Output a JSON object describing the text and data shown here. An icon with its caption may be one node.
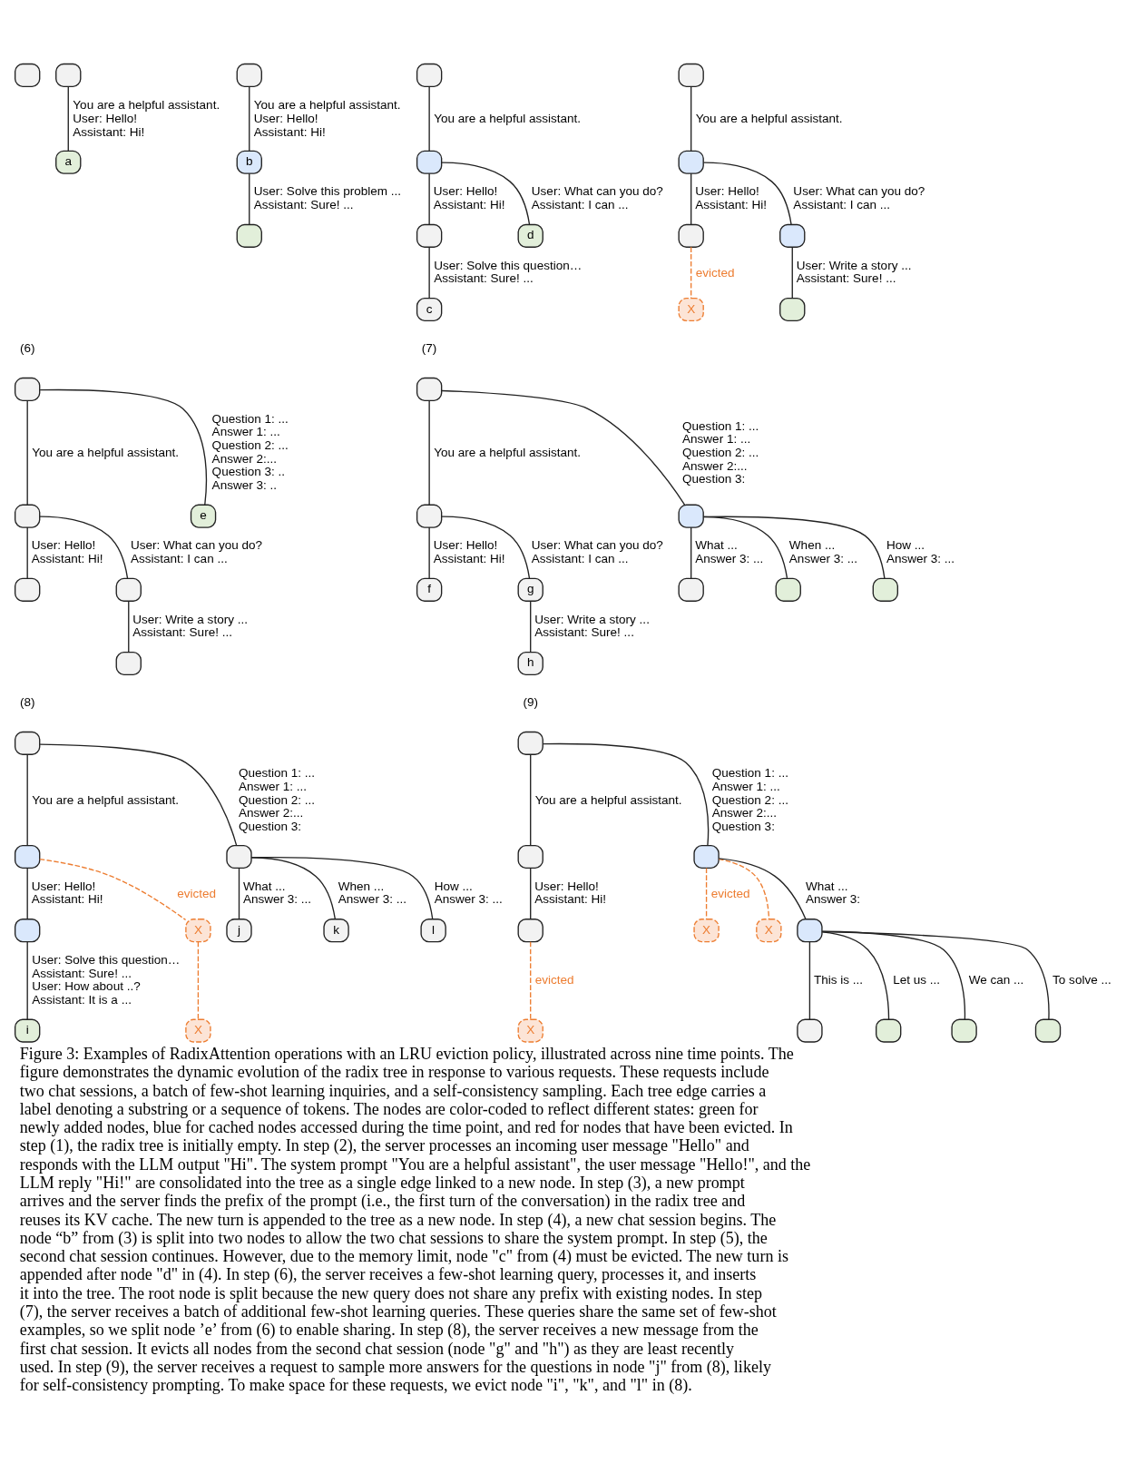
{
  "diagram": {
    "caption": "Figure 3: Examples of RadixAttention operations with an LRU eviction policy, illustrated across nine time points. The figure demonstrates the dynamic evolution of the radix tree in response to various requests. These requests include two chat sessions, a batch of few-shot learning inquiries, and a self-consistency sampling. Each tree edge carries a label denoting a substring or a sequence of tokens. The nodes are color-coded to reflect different states: green for newly added nodes, blue for cached nodes accessed during the time point, and red for nodes that have been evicted. In step (1), the radix tree is initially empty. In step (2), the server processes an incoming user message \"Hello\" and responds with the LLM output \"Hi\". The system prompt \"You are a helpful assistant\", the user message \"Hello!\", and the LLM reply \"Hi!\" are consolidated into the tree as a single edge linked to a new node. In step (3), a new prompt arrives and the server finds the prefix of the prompt (i.e., the first turn of the conversation) in the radix tree and reuses its KV cache. The new turn is appended to the tree as a new node. In step (4), a new chat session begins. The node “b” from (3) is split into two nodes to allow the two chat sessions to share the system prompt. In step (5), the second chat session continues. However, due to the memory limit, node \"c\" from (4) must be evicted. The new turn is appended after node \"d\" in (4). In step (6), the server receives a few-shot learning query, processes it, and inserts it into the tree. The root node is split because the new query does not share any prefix with existing nodes. In step (7), the server receives a batch of additional few-shot learning queries. These queries share the same set of few-shot examples, so we split node ’e’ from (6) to enable sharing. In step (8), the server receives a new message from the first chat session. It evicts all nodes from the second chat session (node \"g\" and \"h\") as they are least recently used. In step (9), the server receives a request to sample more answers for the questions in node \"j\" from (8), likely for self-consistency prompting. To make space for these requests, we evict node \"i\", \"k\", and \"l\" in (8).",
    "nodes": [
      {
        "text": [],
        "shape": "box"
      },
      {
        "text": [],
        "shape": "box"
      },
      {
        "text": [
          "a"
        ]
      },
      {
        "text": [],
        "shape": "box"
      },
      {
        "text": [
          "b"
        ]
      },
      {
        "text": [],
        "shape": "box"
      },
      {
        "text": [],
        "shape": "box"
      },
      {
        "text": [],
        "shape": "box"
      },
      {
        "text": [],
        "shape": "box"
      },
      {
        "text": [
          "d"
        ]
      },
      {
        "text": [
          "c"
        ]
      },
      {
        "text": [],
        "shape": "box"
      },
      {
        "text": [],
        "shape": "box"
      },
      {
        "text": [],
        "shape": "box"
      },
      {
        "text": [],
        "shape": "box"
      },
      {
        "text": [
          "X"
        ]
      },
      {
        "text": [],
        "shape": "box"
      },
      {
        "text": [],
        "shape": "box"
      },
      {
        "text": [],
        "shape": "box"
      },
      {
        "text": [],
        "shape": "box"
      },
      {
        "text": [],
        "shape": "box"
      },
      {
        "text": [
          "e"
        ]
      },
      {
        "text": [],
        "shape": "box"
      },
      {
        "text": [],
        "shape": "box"
      },
      {
        "text": [],
        "shape": "box"
      },
      {
        "text": [
          "f"
        ]
      },
      {
        "text": [
          "g"
        ]
      },
      {
        "text": [],
        "shape": "box"
      },
      {
        "text": [
          "h"
        ]
      },
      {
        "text": [],
        "shape": "box"
      },
      {
        "text": [],
        "shape": "box"
      },
      {
        "text": [],
        "shape": "box"
      },
      {
        "text": [],
        "shape": "box"
      },
      {
        "text": [],
        "shape": "box"
      },
      {
        "text": [],
        "shape": "box"
      },
      {
        "text": [
          "X"
        ]
      },
      {
        "text": [],
        "shape": "box"
      },
      {
        "text": [
          "X"
        ]
      },
      {
        "text": [
          "j"
        ]
      },
      {
        "text": [
          "k"
        ]
      },
      {
        "text": [
          "l"
        ]
      },
      {
        "text": [
          "i"
        ]
      },
      {
        "text": [],
        "shape": "box"
      },
      {
        "text": [],
        "shape": "box"
      },
      {
        "text": [],
        "shape": "box"
      },
      {
        "text": [],
        "shape": "box"
      },
      {
        "text": [
          "X"
        ]
      },
      {
        "text": [
          "X"
        ]
      },
      {
        "text": [],
        "shape": "box"
      },
      {
        "text": [
          "X"
        ]
      },
      {
        "text": [],
        "shape": "box"
      },
      {
        "text": [],
        "shape": "box"
      },
      {
        "text": [],
        "shape": "box"
      },
      {
        "text": [],
        "shape": "box"
      }
    ],
    "edges": [
      {
        "from": 1,
        "to": 2,
        "arrow": "none",
        "label": "You are a helpful assistant. User: Hello! Assistant: Hi!"
      },
      {
        "from": 3,
        "to": 4,
        "arrow": "none",
        "label": "You are a helpful assistant. User: Hello! Assistant: Hi!"
      },
      {
        "from": 4,
        "to": 5,
        "arrow": "none",
        "label": "User: Solve this problem ... Assistant: Sure! ..."
      },
      {
        "from": 6,
        "to": 7,
        "arrow": "none",
        "label": "You are a helpful assistant."
      },
      {
        "from": 7,
        "to": 8,
        "arrow": "none",
        "label": "User: Hello! Assistant: Hi!"
      },
      {
        "from": 7,
        "to": 9,
        "arrow": "none",
        "label": "User: What can you do? Assistant: I can ..."
      },
      {
        "from": 8,
        "to": 10,
        "arrow": "none",
        "label": "User: Solve this question… Assistant: Sure! ..."
      },
      {
        "from": 11,
        "to": 12,
        "arrow": "none",
        "label": "You are a helpful assistant."
      },
      {
        "from": 12,
        "to": 13,
        "arrow": "none",
        "label": "User: Hello! Assistant: Hi!"
      },
      {
        "from": 12,
        "to": 14,
        "arrow": "none",
        "label": "User: What can you do? Assistant: I can ..."
      },
      {
        "from": 13,
        "to": 15,
        "arrow": "none",
        "label": "evicted",
        "style": "dashed",
        "color": "#ed7d31"
      },
      {
        "from": 14,
        "to": 16,
        "arrow": "none",
        "label": "User: Write a story ... Assistant: Sure! ..."
      },
      {
        "from": 17,
        "to": 18,
        "arrow": "none",
        "label": "You are a helpful assistant."
      },
      {
        "from": 17,
        "to": 21,
        "arrow": "none",
        "label": "Question 1: ... Answer 1: ... Question 2: ... Answer 2:... Question 3: .. Answer 3: .."
      },
      {
        "from": 18,
        "to": 19,
        "arrow": "none",
        "label": "User: Hello! Assistant: Hi!"
      },
      {
        "from": 18,
        "to": 20,
        "arrow": "none",
        "label": "User: What can you do? Assistant: I can ..."
      },
      {
        "from": 20,
        "to": 22,
        "arrow": "none",
        "label": "User: Write a story ... Assistant: Sure! ..."
      },
      {
        "from": 23,
        "to": 24,
        "arrow": "none",
        "label": "You are a helpful assistant."
      },
      {
        "from": 23,
        "to": 27,
        "arrow": "none",
        "label": "Question 1: ... Answer 1: ... Question 2: ... Answer 2:... Question 3:"
      },
      {
        "from": 24,
        "to": 25,
        "arrow": "none",
        "label": "User: Hello! Assistant: Hi!"
      },
      {
        "from": 24,
        "to": 26,
        "arrow": "none",
        "label": "User: What can you do? Assistant: I can ..."
      },
      {
        "from": 26,
        "to": 28,
        "arrow": "none",
        "label": "User: Write a story ... Assistant: Sure! ..."
      },
      {
        "from": 27,
        "to": 29,
        "arrow": "none",
        "label": "What ... Answer 3: ..."
      },
      {
        "from": 27,
        "to": 30,
        "arrow": "none",
        "label": "When ... Answer 3: ..."
      },
      {
        "from": 27,
        "to": 31,
        "arrow": "none",
        "label": "How ... Answer 3: ..."
      },
      {
        "from": 32,
        "to": 33,
        "arrow": "none",
        "label": "You are a helpful assistant."
      },
      {
        "from": 32,
        "to": 36,
        "arrow": "none",
        "label": "Question 1: ... Answer 1: ... Question 2: ... Answer 2:... Question 3:"
      },
      {
        "from": 33,
        "to": 34,
        "arrow": "none",
        "label": "User: Hello! Assistant: Hi!"
      },
      {
        "from": 33,
        "to": 35,
        "arrow": "none",
        "label": "evicted",
        "style": "dashed",
        "color": "#ed7d31"
      },
      {
        "from": 35,
        "to": 37,
        "arrow": "none",
        "style": "dashed",
        "color": "#ed7d31"
      },
      {
        "from": 34,
        "to": 41,
        "arrow": "none",
        "label": "User: Solve this question… Assistant: Sure! ... User: How about ..? Assistant: It is a ..."
      },
      {
        "from": 36,
        "to": 38,
        "arrow": "none",
        "label": "What ... Answer 3: ..."
      },
      {
        "from": 36,
        "to": 39,
        "arrow": "none",
        "label": "When ... Answer 3: ..."
      },
      {
        "from": 36,
        "to": 40,
        "arrow": "none",
        "label": "How ... Answer 3: ..."
      },
      {
        "from": 42,
        "to": 43,
        "arrow": "none",
        "label": "You are a helpful assistant."
      },
      {
        "from": 42,
        "to": 44,
        "arrow": "none",
        "label": "Question 1: ... Answer 1: ... Question 2: ... Answer 2:... Question 3:"
      },
      {
        "from": 43,
        "to": 45,
        "arrow": "none",
        "label": "User: Hello! Assistant: Hi!"
      },
      {
        "from": 45,
        "to": 49,
        "arrow": "none",
        "label": "evicted",
        "style": "dashed",
        "color": "#ed7d31"
      },
      {
        "from": 44,
        "to": 46,
        "arrow": "none",
        "label": "evicted",
        "style": "dashed",
        "color": "#ed7d31"
      },
      {
        "from": 44,
        "to": 47,
        "arrow": "none",
        "style": "dashed",
        "color": "#ed7d31"
      },
      {
        "from": 44,
        "to": 48,
        "arrow": "none",
        "label": "What ... Answer 3:"
      },
      {
        "from": 48,
        "to": 50,
        "arrow": "none",
        "label": "This is ..."
      },
      {
        "from": 48,
        "to": 51,
        "arrow": "none",
        "label": "Let us ..."
      },
      {
        "from": 48,
        "to": 52,
        "arrow": "none",
        "label": "We can ..."
      },
      {
        "from": 48,
        "to": 53,
        "arrow": "none",
        "label": "To solve ..."
      }
    ],
    "labels": [
      "(6)",
      "(7)",
      "(8)",
      "(9)"
    ]
  }
}
